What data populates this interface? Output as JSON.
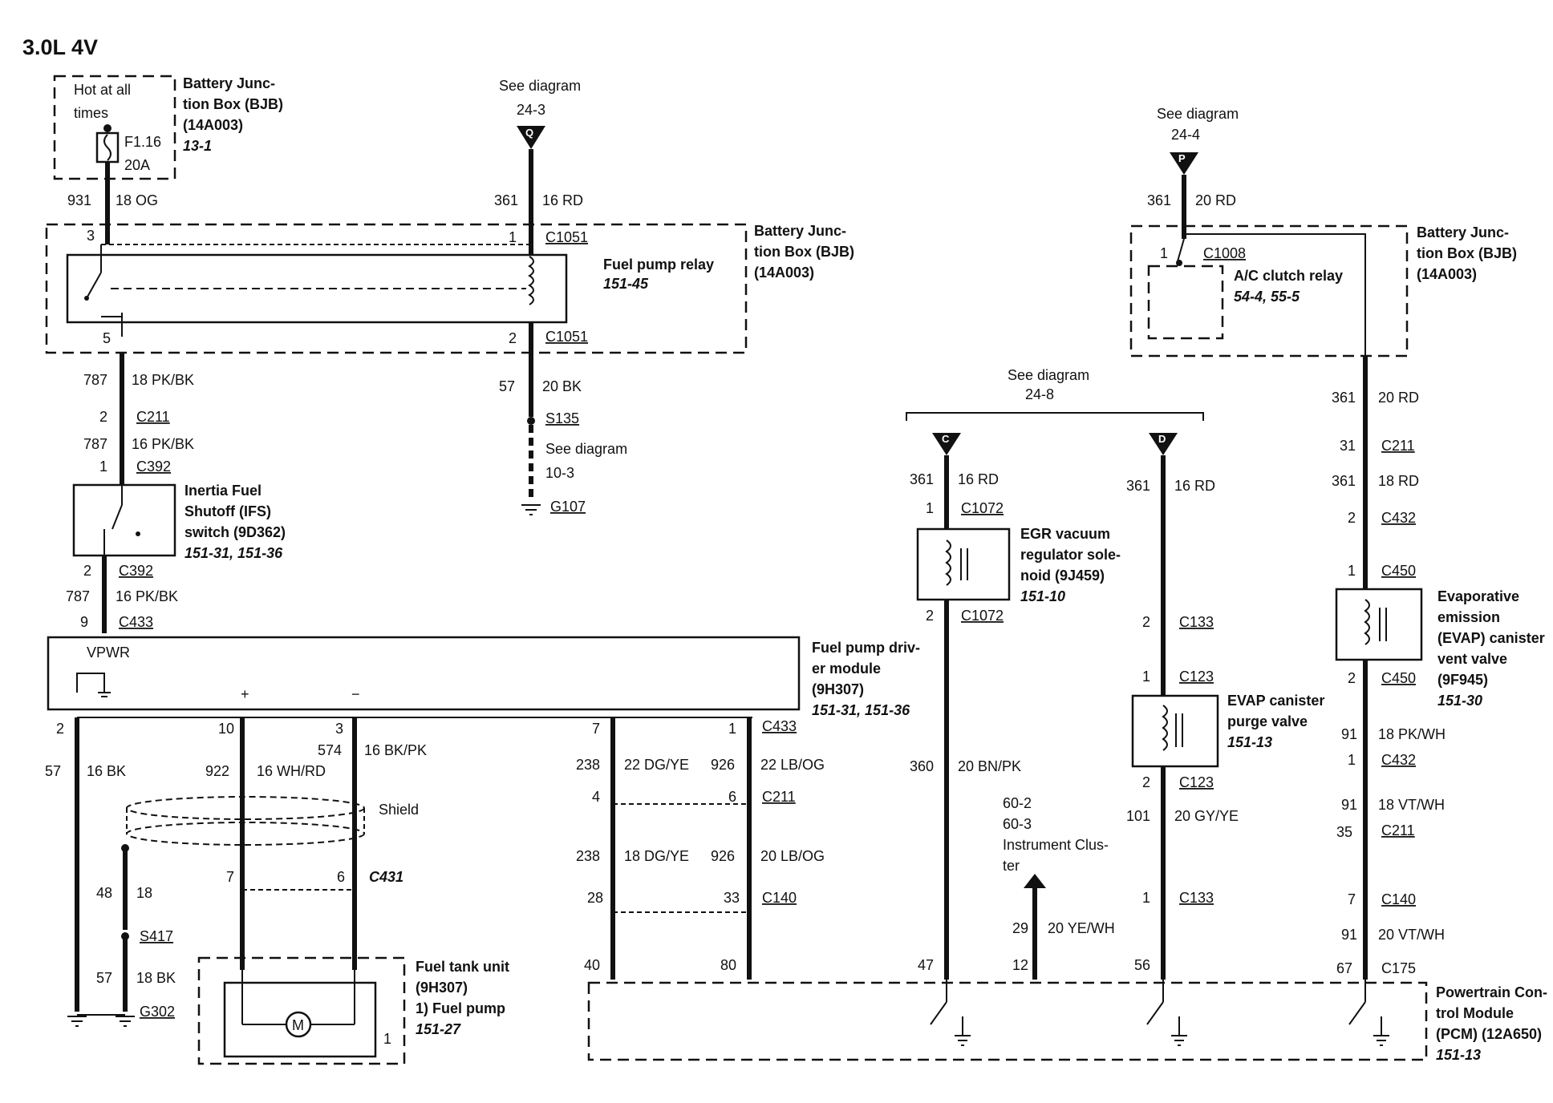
{
  "title": "3.0L 4V",
  "bjb_top": {
    "hot": [
      "Hot at all",
      "times"
    ],
    "fuse": "F1.16",
    "amps": "20A",
    "name": [
      "Battery Junc-",
      "tion Box (BJB)",
      "(14A003)"
    ],
    "ref": "13-1"
  },
  "bjb_main": {
    "name": [
      "Battery Junc-",
      "tion Box (BJB)",
      "(14A003)"
    ]
  },
  "fuel_relay": {
    "name": "Fuel pump relay",
    "ref": "151-45"
  },
  "see_q": {
    "text": "See diagram",
    "ref": "24-3",
    "letter": "Q"
  },
  "see_p": {
    "text": "See diagram",
    "ref": "24-4",
    "letter": "P"
  },
  "see_cd": {
    "text": "See diagram",
    "ref": "24-8",
    "c": "C",
    "d": "D"
  },
  "ground_ref": {
    "text": "See diagram",
    "ref": "10-3"
  },
  "ac_relay": {
    "connector": "C1008",
    "name": "A/C clutch relay",
    "ref": "54-4, 55-5"
  },
  "bjb_right": {
    "name": [
      "Battery Junc-",
      "tion Box (BJB)",
      "(14A003)"
    ]
  },
  "ifs": {
    "name": [
      "Inertia Fuel",
      "Shutoff (IFS)",
      "switch (9D362)"
    ],
    "ref": "151-31, 151-36"
  },
  "fpdm": {
    "label": "VPWR",
    "plus": "+",
    "minus": "−",
    "name": [
      "Fuel pump driv-",
      "er module",
      "(9H307)"
    ],
    "ref": "151-31, 151-36"
  },
  "shield": "Shield",
  "fuel_tank": {
    "name": [
      "Fuel tank unit",
      "(9H307)",
      "1)   Fuel pump"
    ],
    "ref": "151-27",
    "pin": "1",
    "motor": "M"
  },
  "egr": {
    "name": [
      "EGR vacuum",
      "regulator sole-",
      "noid (9J459)"
    ],
    "ref": "151-10"
  },
  "evap_purge": {
    "name": [
      "EVAP canister",
      "purge valve"
    ],
    "ref": "151-13"
  },
  "evap_vent": {
    "name": [
      "Evaporative",
      "emission",
      "(EVAP) canister",
      "vent valve",
      "(9F945)"
    ],
    "ref": "151-30"
  },
  "cluster": {
    "refs": [
      "60-2",
      "60-3",
      "Instrument Clus-",
      "ter"
    ]
  },
  "pcm": {
    "name": [
      "Powertrain Con-",
      "trol Module",
      "(PCM) (12A650)"
    ],
    "ref": "151-13"
  },
  "labels": [
    {
      "k": "l1",
      "t": "931"
    },
    {
      "k": "l2",
      "t": "18 OG"
    },
    {
      "k": "l3",
      "t": "361"
    },
    {
      "k": "l4",
      "t": "16 RD"
    },
    {
      "k": "l5",
      "t": "3"
    },
    {
      "k": "l6",
      "t": "1"
    },
    {
      "k": "l7",
      "t": "C1051"
    },
    {
      "k": "l8",
      "t": "5"
    },
    {
      "k": "l9",
      "t": "2"
    },
    {
      "k": "l10",
      "t": "C1051"
    },
    {
      "k": "l11",
      "t": "787"
    },
    {
      "k": "l12",
      "t": "18 PK/BK"
    },
    {
      "k": "l13",
      "t": "2"
    },
    {
      "k": "l14",
      "t": "C211"
    },
    {
      "k": "l15",
      "t": "787"
    },
    {
      "k": "l16",
      "t": "16 PK/BK"
    },
    {
      "k": "l17",
      "t": "1"
    },
    {
      "k": "l18",
      "t": "C392"
    },
    {
      "k": "l19",
      "t": "2"
    },
    {
      "k": "l20",
      "t": "C392"
    },
    {
      "k": "l21",
      "t": "787"
    },
    {
      "k": "l22",
      "t": "16 PK/BK"
    },
    {
      "k": "l23",
      "t": "9"
    },
    {
      "k": "l24",
      "t": "C433"
    },
    {
      "k": "l25",
      "t": "57"
    },
    {
      "k": "l26",
      "t": "20 BK"
    },
    {
      "k": "l27",
      "t": "S135"
    },
    {
      "k": "l28",
      "t": "G107"
    },
    {
      "k": "l29",
      "t": "361"
    },
    {
      "k": "l30",
      "t": "20 RD"
    },
    {
      "k": "l31",
      "t": "1"
    },
    {
      "k": "l32",
      "t": "361"
    },
    {
      "k": "l33",
      "t": "20 RD"
    },
    {
      "k": "l34",
      "t": "31"
    },
    {
      "k": "l35",
      "t": "C211"
    },
    {
      "k": "l36",
      "t": "361"
    },
    {
      "k": "l37",
      "t": "18 RD"
    },
    {
      "k": "l38",
      "t": "2"
    },
    {
      "k": "l39",
      "t": "C432"
    },
    {
      "k": "l40",
      "t": "1"
    },
    {
      "k": "l41",
      "t": "C450"
    },
    {
      "k": "l42",
      "t": "2"
    },
    {
      "k": "l43",
      "t": "C450"
    },
    {
      "k": "l44",
      "t": "91"
    },
    {
      "k": "l45",
      "t": "18 PK/WH"
    },
    {
      "k": "l46",
      "t": "1"
    },
    {
      "k": "l47",
      "t": "C432"
    },
    {
      "k": "l48",
      "t": "91"
    },
    {
      "k": "l49",
      "t": "18 VT/WH"
    },
    {
      "k": "l50",
      "t": "35"
    },
    {
      "k": "l51",
      "t": "C211"
    },
    {
      "k": "l52",
      "t": "7"
    },
    {
      "k": "l53",
      "t": "C140"
    },
    {
      "k": "l54",
      "t": "91"
    },
    {
      "k": "l55",
      "t": "20 VT/WH"
    },
    {
      "k": "l56",
      "t": "67"
    },
    {
      "k": "l57",
      "t": "C175"
    },
    {
      "k": "l58",
      "t": "361"
    },
    {
      "k": "l59",
      "t": "16 RD"
    },
    {
      "k": "l60",
      "t": "1"
    },
    {
      "k": "l61",
      "t": "C1072"
    },
    {
      "k": "l62",
      "t": "2"
    },
    {
      "k": "l63",
      "t": "C1072"
    },
    {
      "k": "l64",
      "t": "360"
    },
    {
      "k": "l65",
      "t": "20 BN/PK"
    },
    {
      "k": "l66",
      "t": "47"
    },
    {
      "k": "l67",
      "t": "361"
    },
    {
      "k": "l68",
      "t": "16 RD"
    },
    {
      "k": "l69",
      "t": "2"
    },
    {
      "k": "l70",
      "t": "C133"
    },
    {
      "k": "l71",
      "t": "1"
    },
    {
      "k": "l72",
      "t": "C123"
    },
    {
      "k": "l73",
      "t": "2"
    },
    {
      "k": "l74",
      "t": "C123"
    },
    {
      "k": "l75",
      "t": "101"
    },
    {
      "k": "l76",
      "t": "20 GY/YE"
    },
    {
      "k": "l77",
      "t": "1"
    },
    {
      "k": "l78",
      "t": "C133"
    },
    {
      "k": "l79",
      "t": "56"
    },
    {
      "k": "l80",
      "t": "29"
    },
    {
      "k": "l81",
      "t": "20 YE/WH"
    },
    {
      "k": "l82",
      "t": "12"
    },
    {
      "k": "l83",
      "t": "2"
    },
    {
      "k": "l84",
      "t": "10"
    },
    {
      "k": "l85",
      "t": "3"
    },
    {
      "k": "l86",
      "t": "574"
    },
    {
      "k": "l87",
      "t": "16 BK/PK"
    },
    {
      "k": "l88",
      "t": "57"
    },
    {
      "k": "l89",
      "t": "16 BK"
    },
    {
      "k": "l90",
      "t": "922"
    },
    {
      "k": "l91",
      "t": "16 WH/RD"
    },
    {
      "k": "l92",
      "t": "7"
    },
    {
      "k": "l93",
      "t": "6"
    },
    {
      "k": "l94",
      "t": "C431"
    },
    {
      "k": "l95",
      "t": "48"
    },
    {
      "k": "l96",
      "t": "18"
    },
    {
      "k": "l97",
      "t": "S417"
    },
    {
      "k": "l98",
      "t": "57"
    },
    {
      "k": "l99",
      "t": "18 BK"
    },
    {
      "k": "l100",
      "t": "G302"
    },
    {
      "k": "l101",
      "t": "7"
    },
    {
      "k": "l102",
      "t": "1"
    },
    {
      "k": "l103",
      "t": "C433"
    },
    {
      "k": "l104",
      "t": "238"
    },
    {
      "k": "l105",
      "t": "22 DG/YE"
    },
    {
      "k": "l106",
      "t": "926"
    },
    {
      "k": "l107",
      "t": "22 LB/OG"
    },
    {
      "k": "l108",
      "t": "4"
    },
    {
      "k": "l109",
      "t": "6"
    },
    {
      "k": "l110",
      "t": "C211"
    },
    {
      "k": "l111",
      "t": "238"
    },
    {
      "k": "l112",
      "t": "18 DG/YE"
    },
    {
      "k": "l113",
      "t": "926"
    },
    {
      "k": "l114",
      "t": "20 LB/OG"
    },
    {
      "k": "l115",
      "t": "28"
    },
    {
      "k": "l116",
      "t": "33"
    },
    {
      "k": "l117",
      "t": "C140"
    },
    {
      "k": "l118",
      "t": "40"
    },
    {
      "k": "l119",
      "t": "80"
    }
  ]
}
